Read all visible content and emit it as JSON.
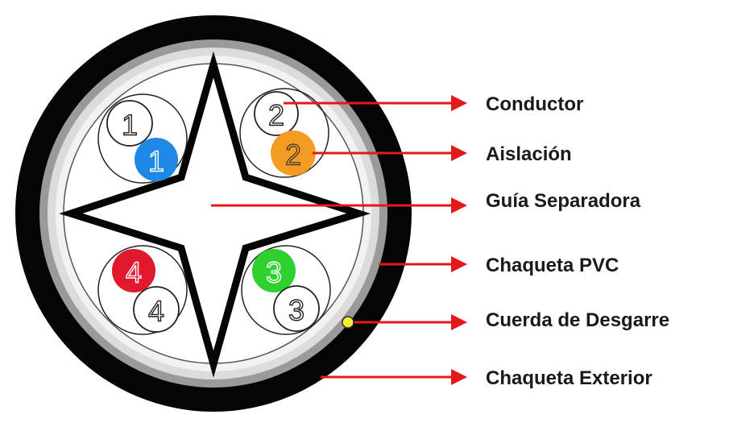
{
  "colors": {
    "outer_jacket": "#050505",
    "jacket_gray": "#9a9a9a",
    "jacket_light": "#dcdcdc",
    "inner_fill": "#ffffff",
    "arrow": "#e3191c",
    "blue": "#1e88e5",
    "orange": "#f39b22",
    "green": "#2fd12f",
    "red": "#e0192f",
    "ripcord": "#f4ef33"
  },
  "pairs": [
    {
      "white_label": "1",
      "color_label": "1",
      "color": "blue"
    },
    {
      "white_label": "2",
      "color_label": "2",
      "color": "orange"
    },
    {
      "white_label": "3",
      "color_label": "3",
      "color": "green"
    },
    {
      "white_label": "4",
      "color_label": "4",
      "color": "red"
    }
  ],
  "callouts": [
    {
      "label": "Conductor"
    },
    {
      "label": "Aislación"
    },
    {
      "label": "Guía Separadora"
    },
    {
      "label": "Chaqueta PVC"
    },
    {
      "label": "Cuerda de Desgarre"
    },
    {
      "label": "Chaqueta Exterior"
    }
  ]
}
